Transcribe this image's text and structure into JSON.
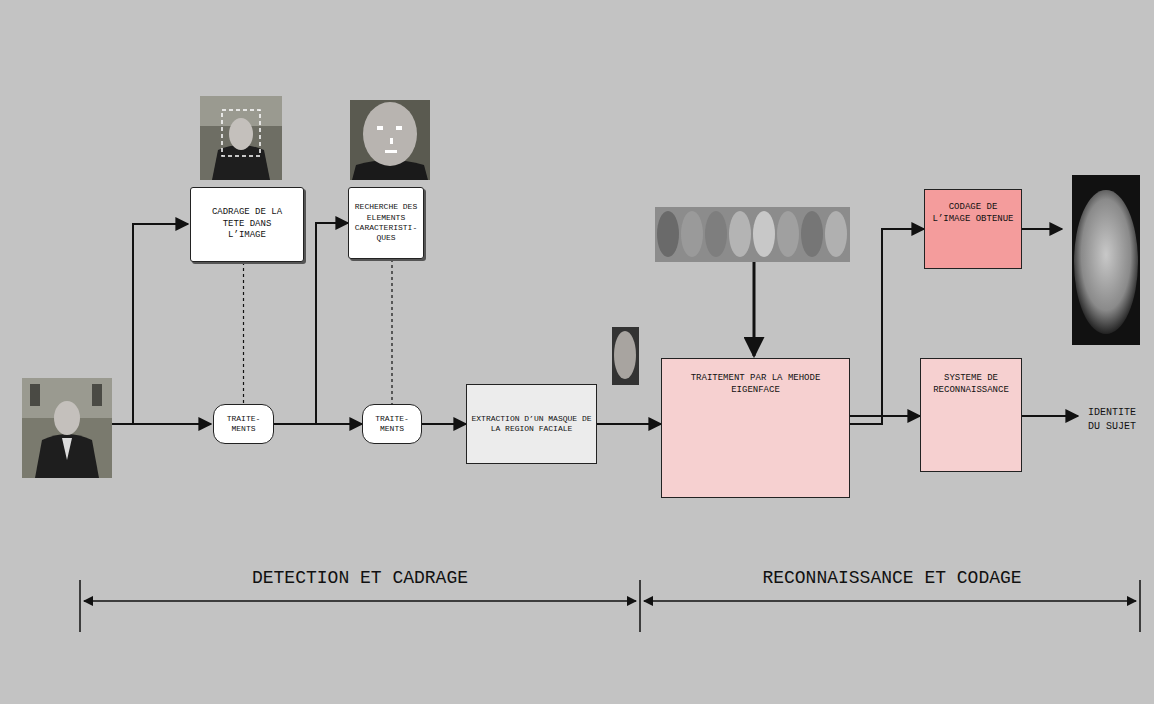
{
  "diagram": {
    "nodes": [
      {
        "text": [
          "CADRAGE DE LA TETE DANS L’IMAGE"
        ]
      },
      {
        "text": [
          "TRAITE- MENTS"
        ]
      },
      {
        "text": [
          "RECHERCHE DES ELEMENTS CARACTERISTI- QUES"
        ]
      },
      {
        "text": [
          "TRAITE- MENTS"
        ]
      },
      {
        "text": [
          "EXTRACTION D’UN MASQUE DE LA REGION FACIALE"
        ]
      },
      {
        "text": [
          "TRAITEMENT PAR LA MEHODE EIGENFACE"
        ]
      },
      {
        "text": [
          "CODAGE DE L’IMAGE OBTENUE"
        ]
      },
      {
        "text": [
          "SYSTEME DE RECONNAISSANCE"
        ]
      }
    ],
    "edges": [
      {
        "from": 0,
        "to": 1,
        "arrow": "none"
      },
      {
        "from": 1,
        "to": 2,
        "arrow": "to"
      },
      {
        "from": 1,
        "to": 3,
        "arrow": "to"
      },
      {
        "from": 2,
        "to": 3,
        "arrow": "none"
      },
      {
        "from": 3,
        "to": 4,
        "arrow": "to"
      },
      {
        "from": 4,
        "to": 5,
        "arrow": "to"
      },
      {
        "from": 5,
        "to": 6,
        "arrow": "to"
      },
      {
        "from": 5,
        "to": 7,
        "arrow": "to"
      }
    ],
    "labels": [
      "IDENTITE DU SUJET",
      "DETECTION ET CADRAGE",
      "RECONNAISSANCE ET CODAGE"
    ]
  }
}
